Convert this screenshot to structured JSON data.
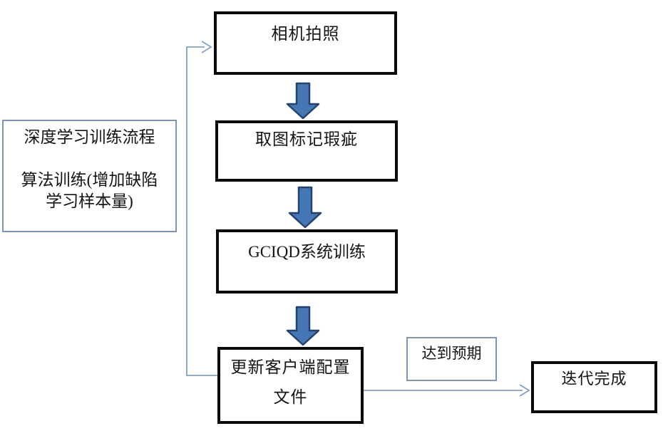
{
  "diagram": {
    "left_note": {
      "lines": [
        "深度学习训练流程",
        "算法训练(增加缺陷",
        "学习样本量)"
      ]
    },
    "flow_steps": [
      {
        "label": "相机拍照"
      },
      {
        "label": "取图标记瑕疵"
      },
      {
        "label": "GCIQD系统训练"
      },
      {
        "label_line1": "更新客户端配置",
        "label_line2": "文件"
      }
    ],
    "branch_label": "达到预期",
    "end_step": {
      "label": "迭代完成"
    },
    "icons": {
      "step_connector": "block-arrow-down-icon",
      "line_arrowhead": "chevron-right-icon"
    },
    "colors": {
      "step_border": "#0a0a0a",
      "note_border": "#7e95b5",
      "connector_line": "#84a0c3",
      "block_arrow_fill": "#4577b6",
      "block_arrow_stroke": "#24426e",
      "text": "#141414"
    }
  }
}
